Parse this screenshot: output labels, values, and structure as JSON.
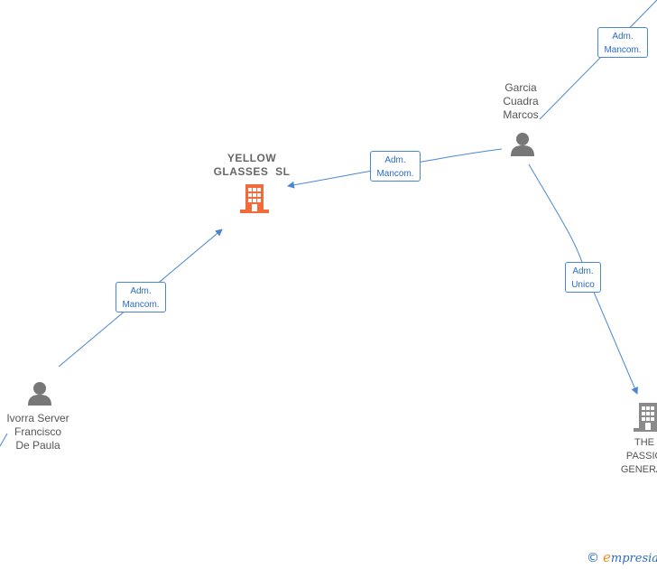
{
  "nodes": {
    "yellow_glasses": {
      "line1": "YELLOW",
      "line2": "GLASSES  SL"
    },
    "garcia": {
      "line1": "Garcia",
      "line2": "Cuadra",
      "line3": "Marcos"
    },
    "ivorra": {
      "line1": "Ivorra Server",
      "line2": "Francisco",
      "line3": "De Paula"
    },
    "passion": {
      "line1": "THE",
      "line2": "PASSIO",
      "line3": "GENERAT"
    }
  },
  "edges": {
    "garcia_to_yellow": {
      "line1": "Adm.",
      "line2": "Mancom."
    },
    "ivorra_to_yellow": {
      "line1": "Adm.",
      "line2": "Mancom."
    },
    "top_right": {
      "line1": "Adm.",
      "line2": "Mancom."
    },
    "garcia_to_passion": {
      "line1": "Adm.",
      "line2": "Unico"
    }
  },
  "colors": {
    "edge": "#4a86d1",
    "person_icon": "#777777",
    "company_main_icon": "#f26b3a",
    "company_icon": "#8a8a8a"
  },
  "brand": {
    "symbol": "©",
    "initial": "e",
    "rest": "mpresia"
  }
}
